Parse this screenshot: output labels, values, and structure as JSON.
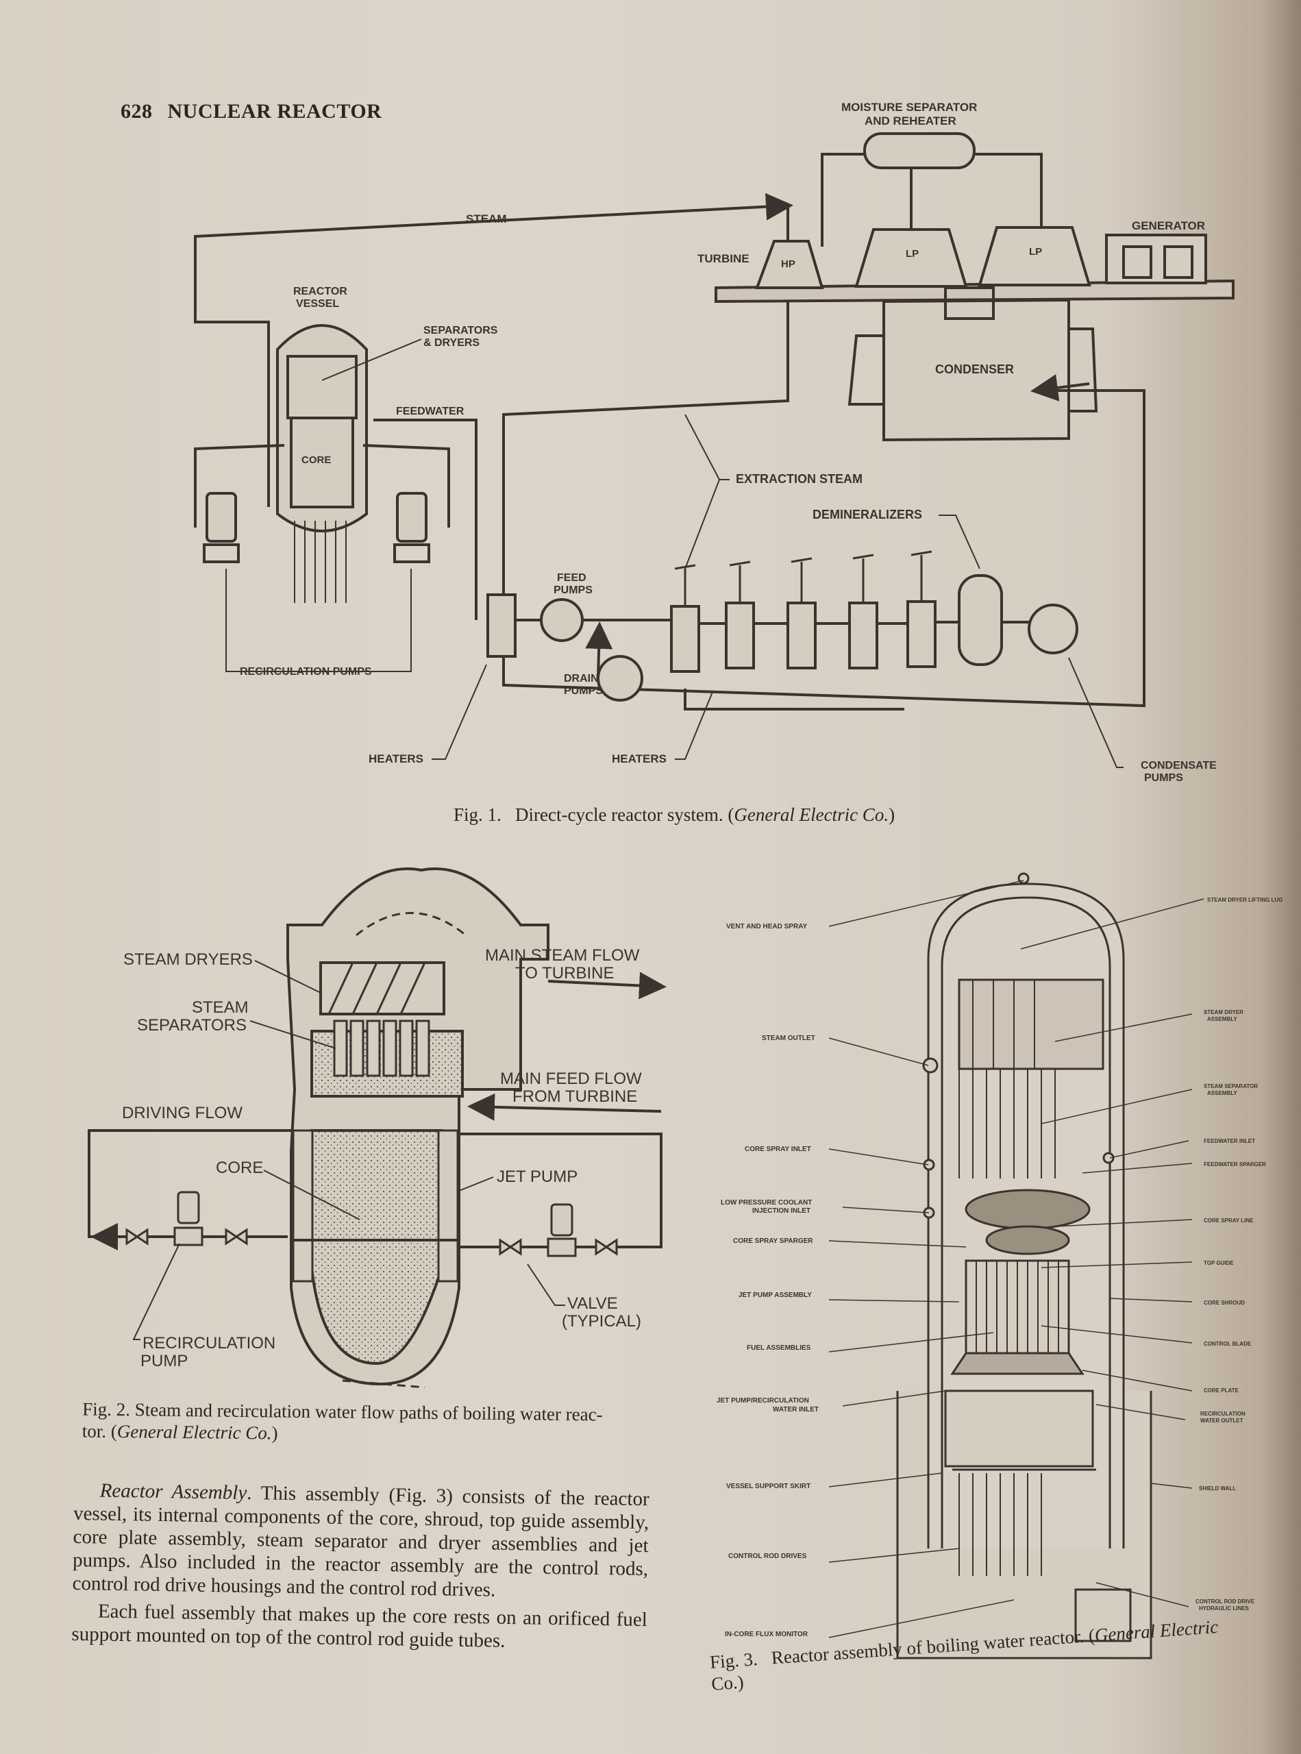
{
  "header": {
    "page_number": "628",
    "section": "NUCLEAR REACTOR"
  },
  "fig1": {
    "labels": {
      "steam": "STEAM",
      "moisture_separator": "MOISTURE SEPARATOR",
      "and_reheater": "AND REHEATER",
      "generator": "GENERATOR",
      "turbine": "TURBINE",
      "hp": "HP",
      "lp1": "LP",
      "lp2": "LP",
      "reactor": "REACTOR",
      "vessel": "VESSEL",
      "separators": "SEPARATORS",
      "and_dryers": "& DRYERS",
      "condenser": "CONDENSER",
      "feedwater": "FEEDWATER",
      "core": "CORE",
      "extraction_steam": "EXTRACTION STEAM",
      "demineralizers": "DEMINERALIZERS",
      "feed": "FEED",
      "pumps": "PUMPS",
      "drain": "DRAIN",
      "drain_pumps": "PUMPS",
      "recirculation_pumps": "RECIRCULATION PUMPS",
      "heaters_left": "HEATERS",
      "heaters_right": "HEATERS",
      "condensate": "CONDENSATE",
      "condensate_pumps": "PUMPS"
    },
    "caption_prefix": "Fig. 1.",
    "caption_text": "Direct-cycle reactor system. (",
    "caption_source": "General Electric Co.",
    "caption_end": ")"
  },
  "fig2": {
    "labels": {
      "steam_dryers": "STEAM DRYERS",
      "steam": "STEAM",
      "separators": "SEPARATORS",
      "main_steam_flow": "MAIN STEAM FLOW",
      "to_turbine": "TO TURBINE",
      "main_feed_flow": "MAIN FEED FLOW",
      "from_turbine": "FROM TURBINE",
      "driving_flow": "DRIVING FLOW",
      "core": "CORE",
      "jet_pump": "JET PUMP",
      "valve": "VALVE",
      "typical": "(TYPICAL)",
      "recirculation": "RECIRCULATION",
      "pump": "PUMP"
    },
    "caption_line1": "Fig. 2.   Steam and recirculation water flow paths of boiling water reac-",
    "caption_line2a": "tor. (",
    "caption_source": "General Electric Co.",
    "caption_line2b": ")"
  },
  "fig3": {
    "left_labels": [
      "VENT AND HEAD SPRAY",
      "STEAM OUTLET",
      "CORE SPRAY INLET",
      "LOW PRESSURE COOLANT",
      "INJECTION INLET",
      "CORE SPRAY SPARGER",
      "JET PUMP ASSEMBLY",
      "FUEL ASSEMBLIES",
      "JET PUMP/RECIRCULATION",
      "WATER INLET",
      "VESSEL SUPPORT SKIRT",
      "CONTROL ROD DRIVES",
      "IN-CORE FLUX MONITOR"
    ],
    "right_labels": [
      "STEAM DRYER LIFTING LUG",
      "STEAM DRYER",
      "ASSEMBLY",
      "STEAM SEPARATOR",
      "ASSEMBLY",
      "FEEDWATER INLET",
      "FEEDWATER SPARGER",
      "CORE SPRAY LINE",
      "TOP GUIDE",
      "CORE SHROUD",
      "CONTROL BLADE",
      "CORE PLATE",
      "RECIRCULATION",
      "WATER OUTLET",
      "SHIELD WALL",
      "CONTROL ROD DRIVE",
      "HYDRAULIC LINES"
    ],
    "caption_prefix": "Fig. 3.",
    "caption_text": "Reactor assembly of boiling water reactor. (",
    "caption_source": "General Electric",
    "caption_line2": "Co.)"
  },
  "body": {
    "p1_title": "Reactor Assembly",
    "p1_text": ". This assembly (Fig. 3) consists of the reactor vessel, its internal components of the core, shroud, top guide assembly, core plate assembly, steam separator and dryer assemblies and jet pumps. Also included in the reactor assembly are the control rods, control rod drive housings and the control rod drives.",
    "p2_text": "Each fuel assembly that makes up the core rests on an orificed fuel support mounted on top of the control rod guide tubes."
  }
}
